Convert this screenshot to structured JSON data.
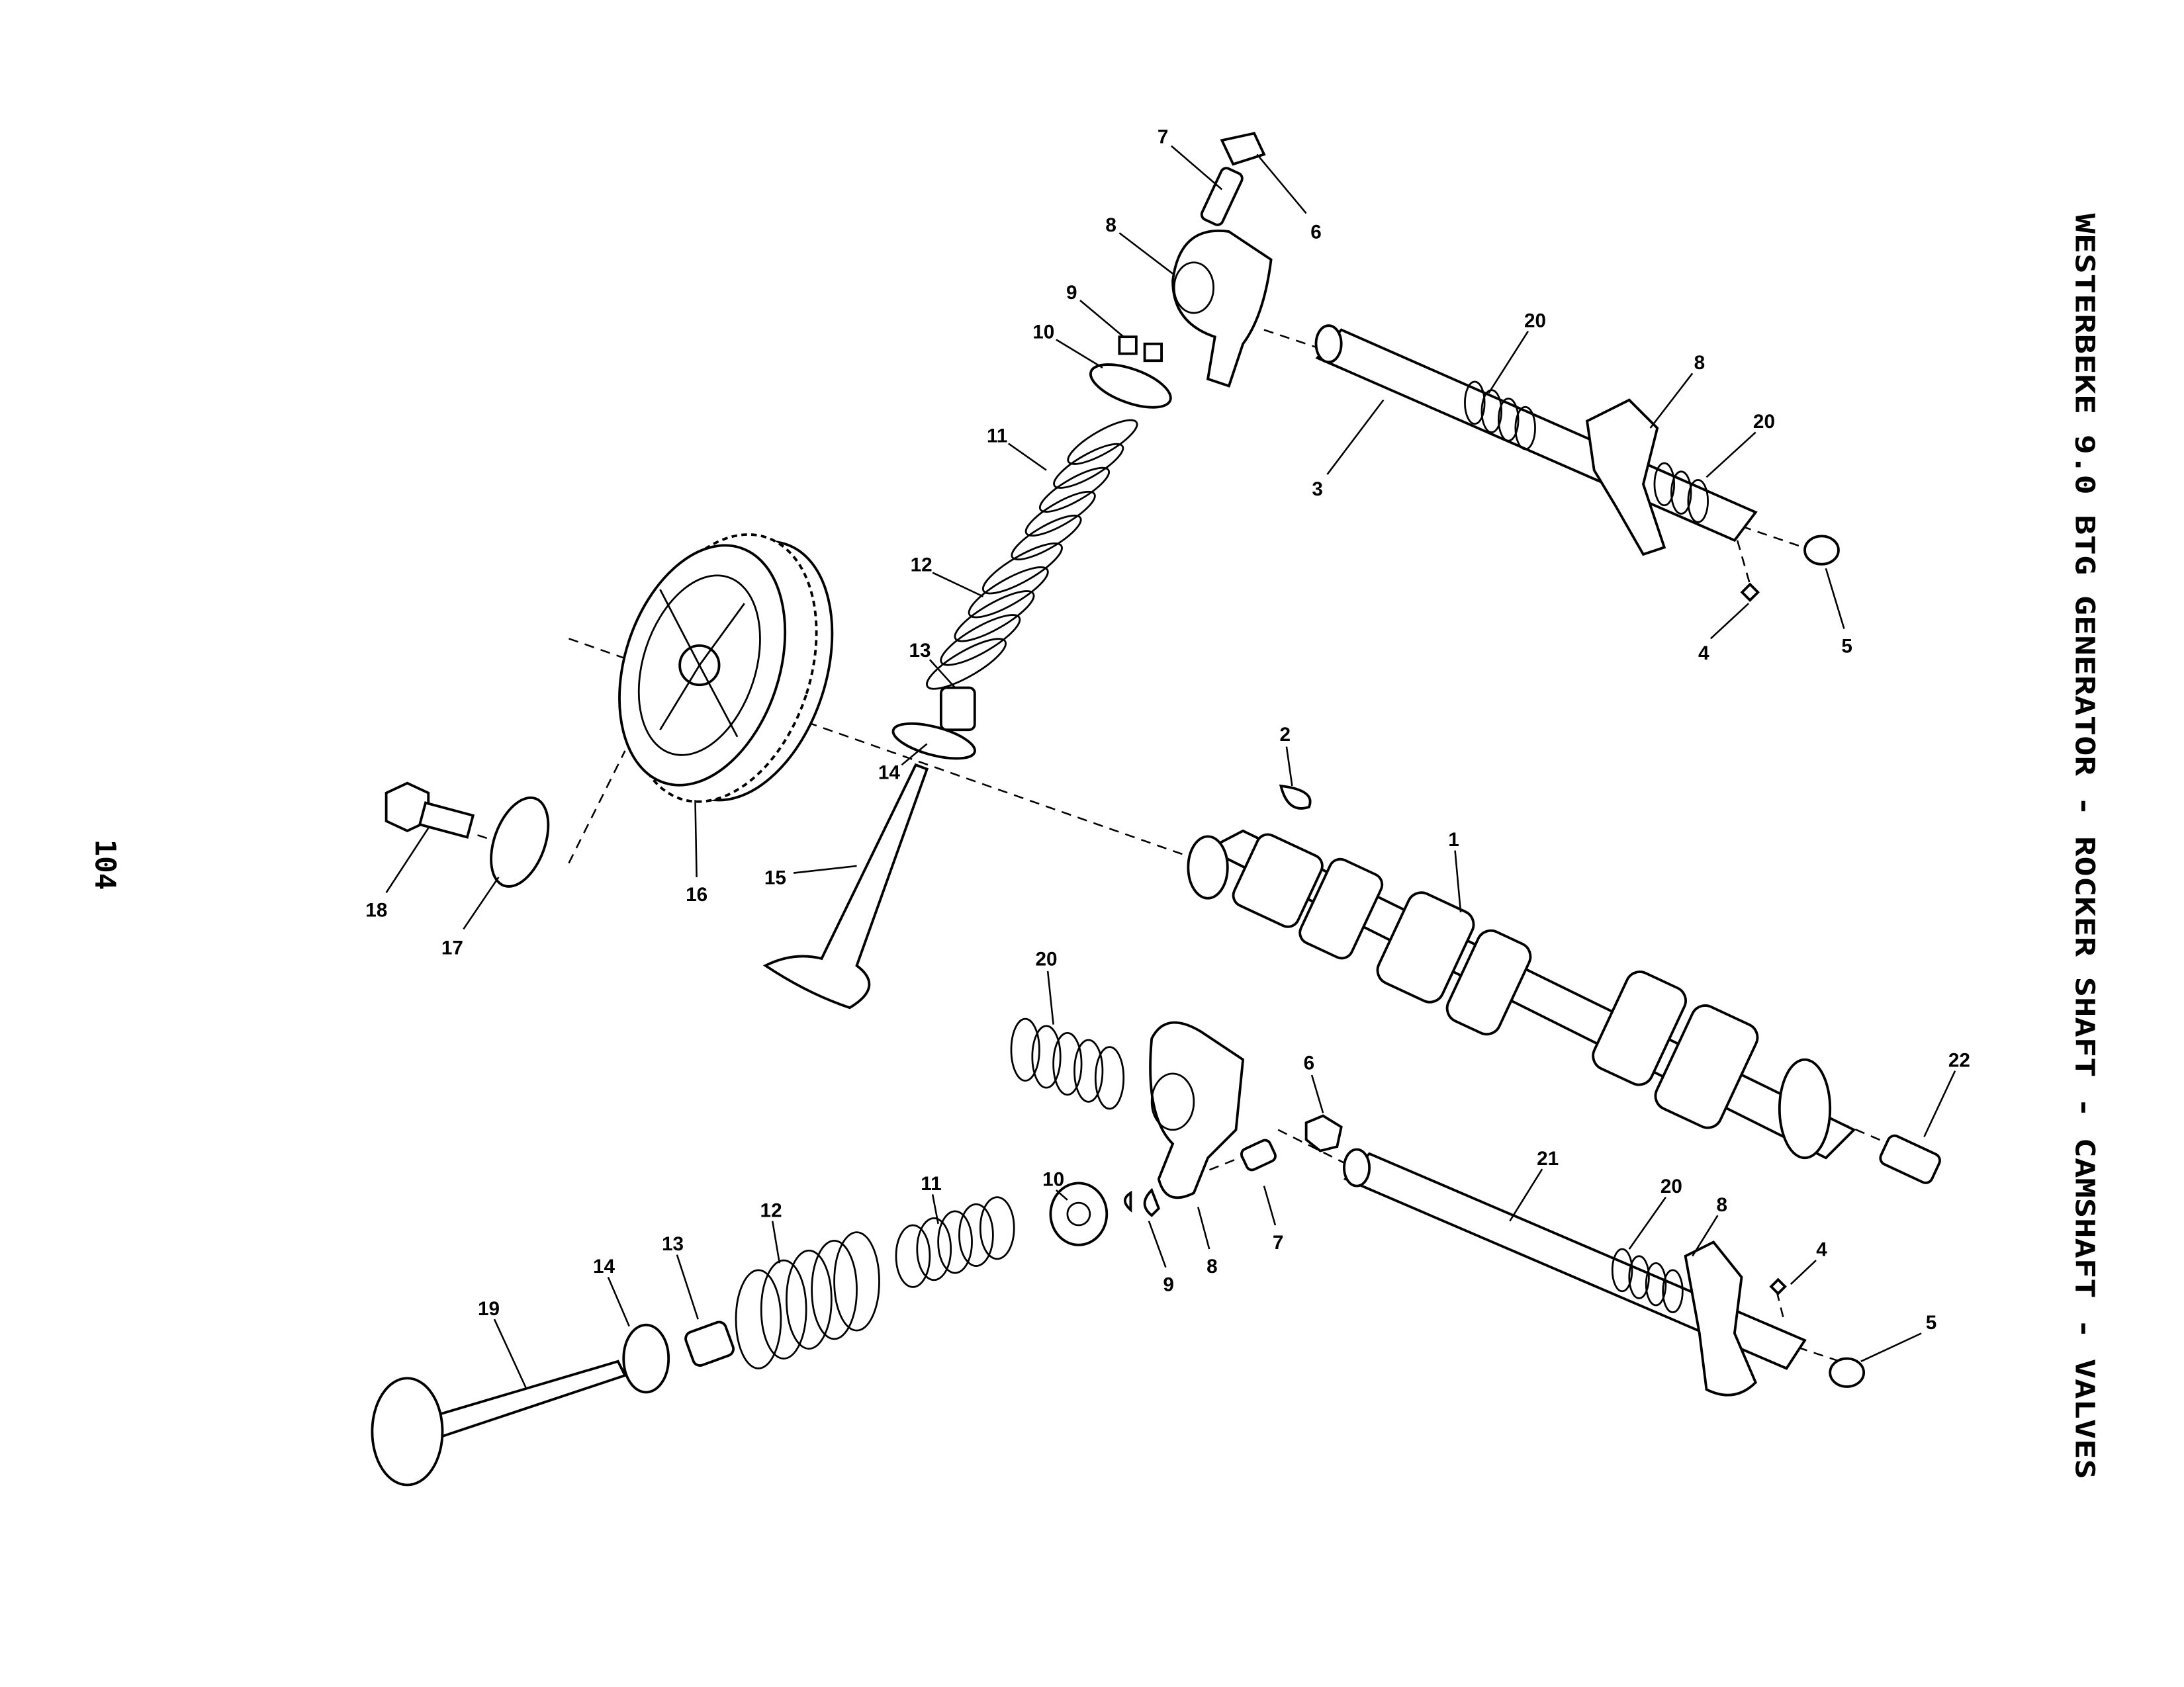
{
  "title": "WESTERBEKE 9.0 BTG GENERATOR - ROCKER SHAFT - CAMSHAFT - VALVES",
  "page_number": "104",
  "callouts_upper": [
    "7",
    "6",
    "8",
    "9",
    "10",
    "11",
    "12",
    "13",
    "14",
    "15",
    "16",
    "17",
    "18",
    "20",
    "3",
    "8",
    "20",
    "4",
    "5",
    "2",
    "1",
    "22"
  ],
  "callouts_lower": [
    "20",
    "6",
    "10",
    "11",
    "12",
    "13",
    "14",
    "19",
    "9",
    "8",
    "7",
    "21",
    "20",
    "8",
    "4",
    "5"
  ]
}
